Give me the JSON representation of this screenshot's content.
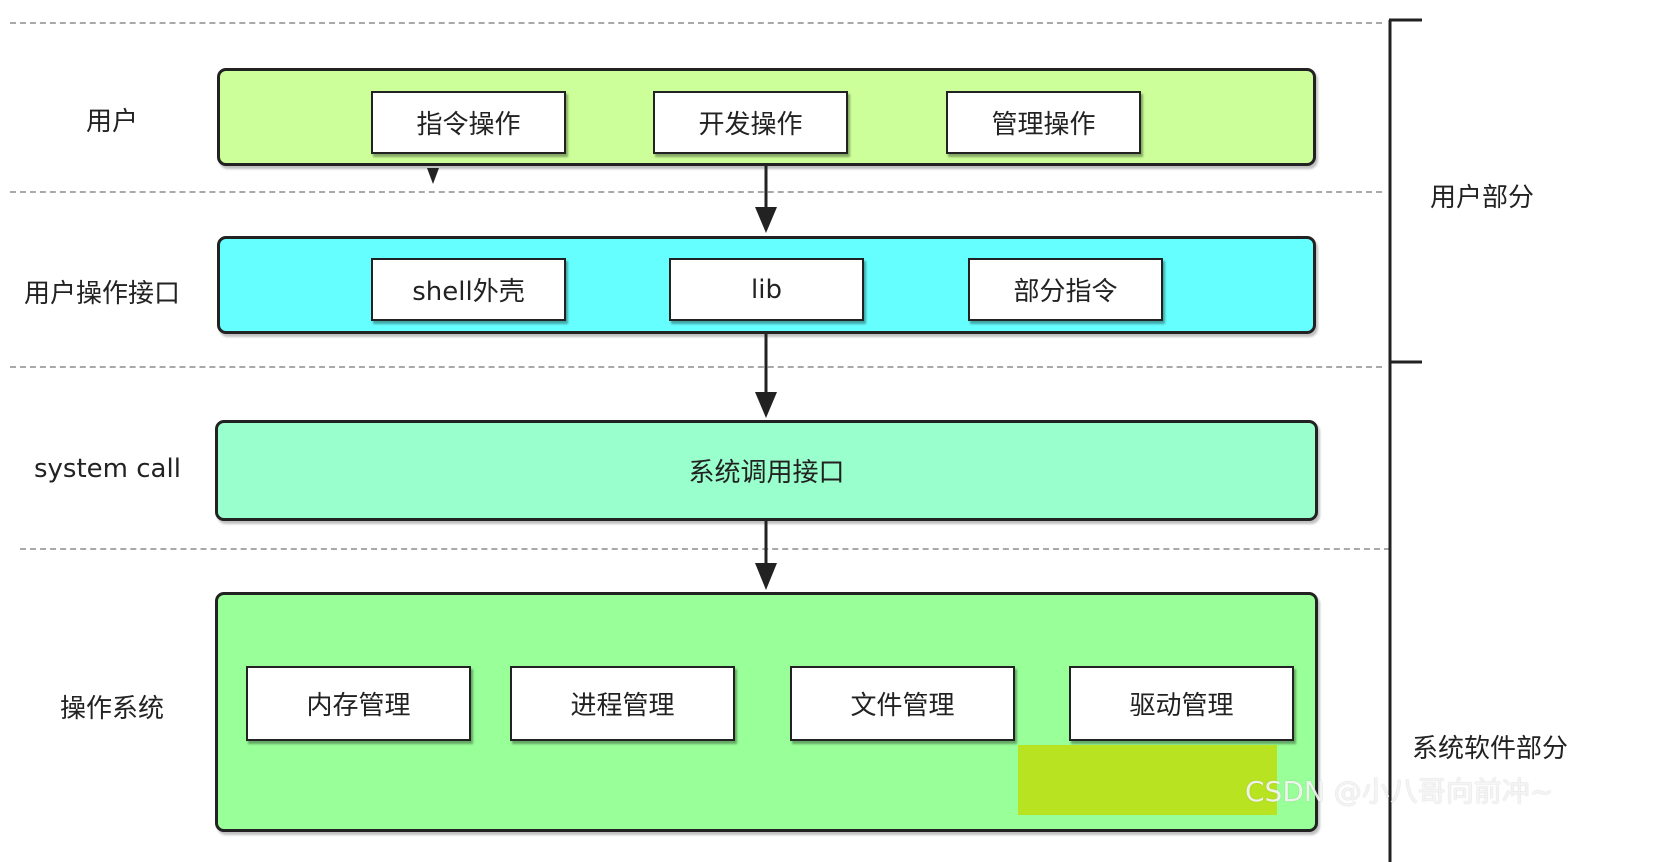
{
  "layers": {
    "user": {
      "label": "用户",
      "color": "#ccff99",
      "items": [
        "指令操作",
        "开发操作",
        "管理操作"
      ]
    },
    "interface": {
      "label": "用户操作接口",
      "color": "#66ffff",
      "items": [
        "shell外壳",
        "lib",
        "部分指令"
      ]
    },
    "syscall": {
      "label": "system call",
      "color": "#99ffcc",
      "text": "系统调用接口"
    },
    "os": {
      "label": "操作系统",
      "color": "#99ff99",
      "items": [
        "内存管理",
        "进程管理",
        "文件管理",
        "驱动管理"
      ]
    }
  },
  "brackets": {
    "user_part": "用户部分",
    "system_part": "系统软件部分"
  },
  "watermark": {
    "text": "CSDN @小八哥向前冲~",
    "color": "#b7e320"
  }
}
